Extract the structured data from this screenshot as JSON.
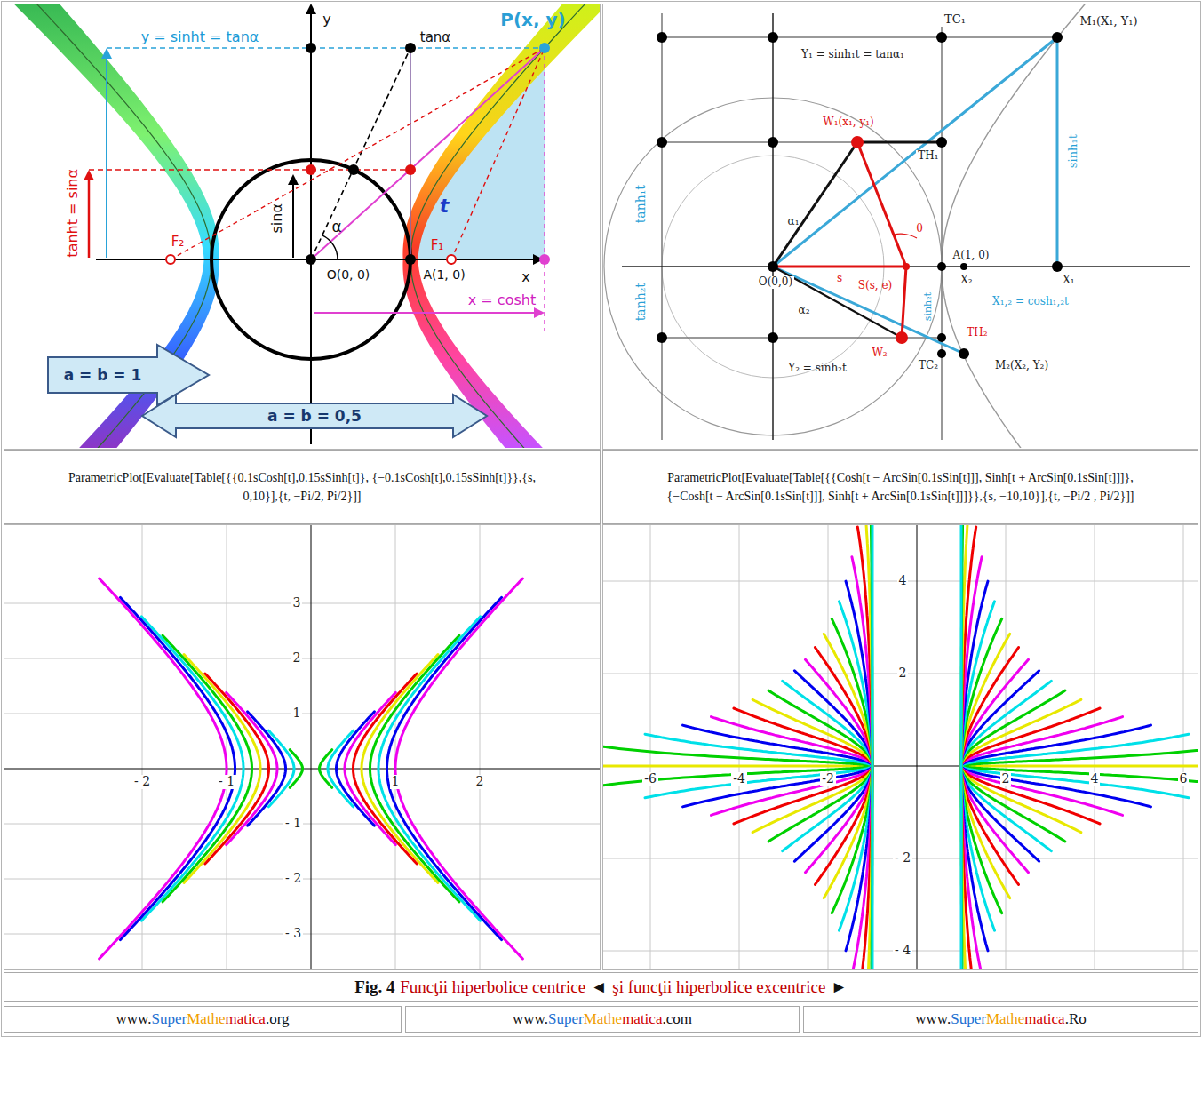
{
  "diagram": {
    "nodes": [
      {
        "text": [
          "a = b = 1"
        ]
      },
      {
        "text": [
          "a = b = 0,5"
        ]
      },
      {
        "text": [
          "ParametricPlot[Evaluate[Table[{{0.1sCosh[t],0.15sSinh[t]}, {−0.1sCosh[t],0.15sSinh[t]}},{s, 0,10}],{t, −Pi/2, Pi/2}]]"
        ]
      },
      {
        "text": [
          "ParametricPlot[Evaluate[Table[{{Cosh[t − ArcSin[0.1sSin[t]]], Sinh[t + ArcSin[0.1sSin[t]]]},{−Cosh[t − ArcSin[0.1sSin[t]]], Sinh[t + ArcSin[0.1sSin[t]]]}},{s, −10,10}],{t, −Pi/2 , Pi/2}]]"
        ]
      },
      {
        "text": [
          "Fig. 4",
          "Funcţii hiperbolice centrice",
          "◄",
          "şi funcţii hiperbolice excentrice",
          "►"
        ]
      },
      {
        "text": [
          "www.",
          "Super",
          "Mathe",
          "matica",
          ".org"
        ]
      },
      {
        "text": [
          "www.",
          "Super",
          "Mathe",
          "matica",
          ".com"
        ]
      },
      {
        "text": [
          "www.",
          "Super",
          "Mathe",
          "matica",
          ".Ro"
        ]
      }
    ],
    "labels": [
      "P(x, y)",
      "y = sinht = tanα",
      "tanα",
      "y",
      "tanht = sinα",
      "sinα",
      "α",
      "t",
      "F₂",
      "F₁",
      "O(0, 0)",
      "A(1, 0)",
      "x",
      "x = cosht",
      "TC₁",
      "M₁(X₁, Y₁)",
      "Y₁ = sinh₁t = tanα₁",
      "W₁(x₁, y₁)",
      "TH₁",
      "sinh₁t",
      "tanh₁t",
      "α₁",
      "s",
      "θ",
      "A(1, 0)",
      "X₁",
      "O(0,0)",
      "S(s, e)",
      "X₂",
      "X₁,₂ = cosh₁,₂t",
      "sinh₂t",
      "tanh₂t",
      "α₂",
      "TH₂",
      "W₂",
      "TC₂",
      "Y₂ = sinh₂t",
      "M₂(X₂, Y₂)",
      "- 2",
      "- 1",
      "1",
      "2",
      "3",
      "2",
      "1",
      "- 1",
      "- 2",
      "- 3",
      "-6",
      "-4",
      "-2",
      "2",
      "4",
      "6",
      "4",
      "2",
      "- 2",
      "- 4"
    ]
  }
}
